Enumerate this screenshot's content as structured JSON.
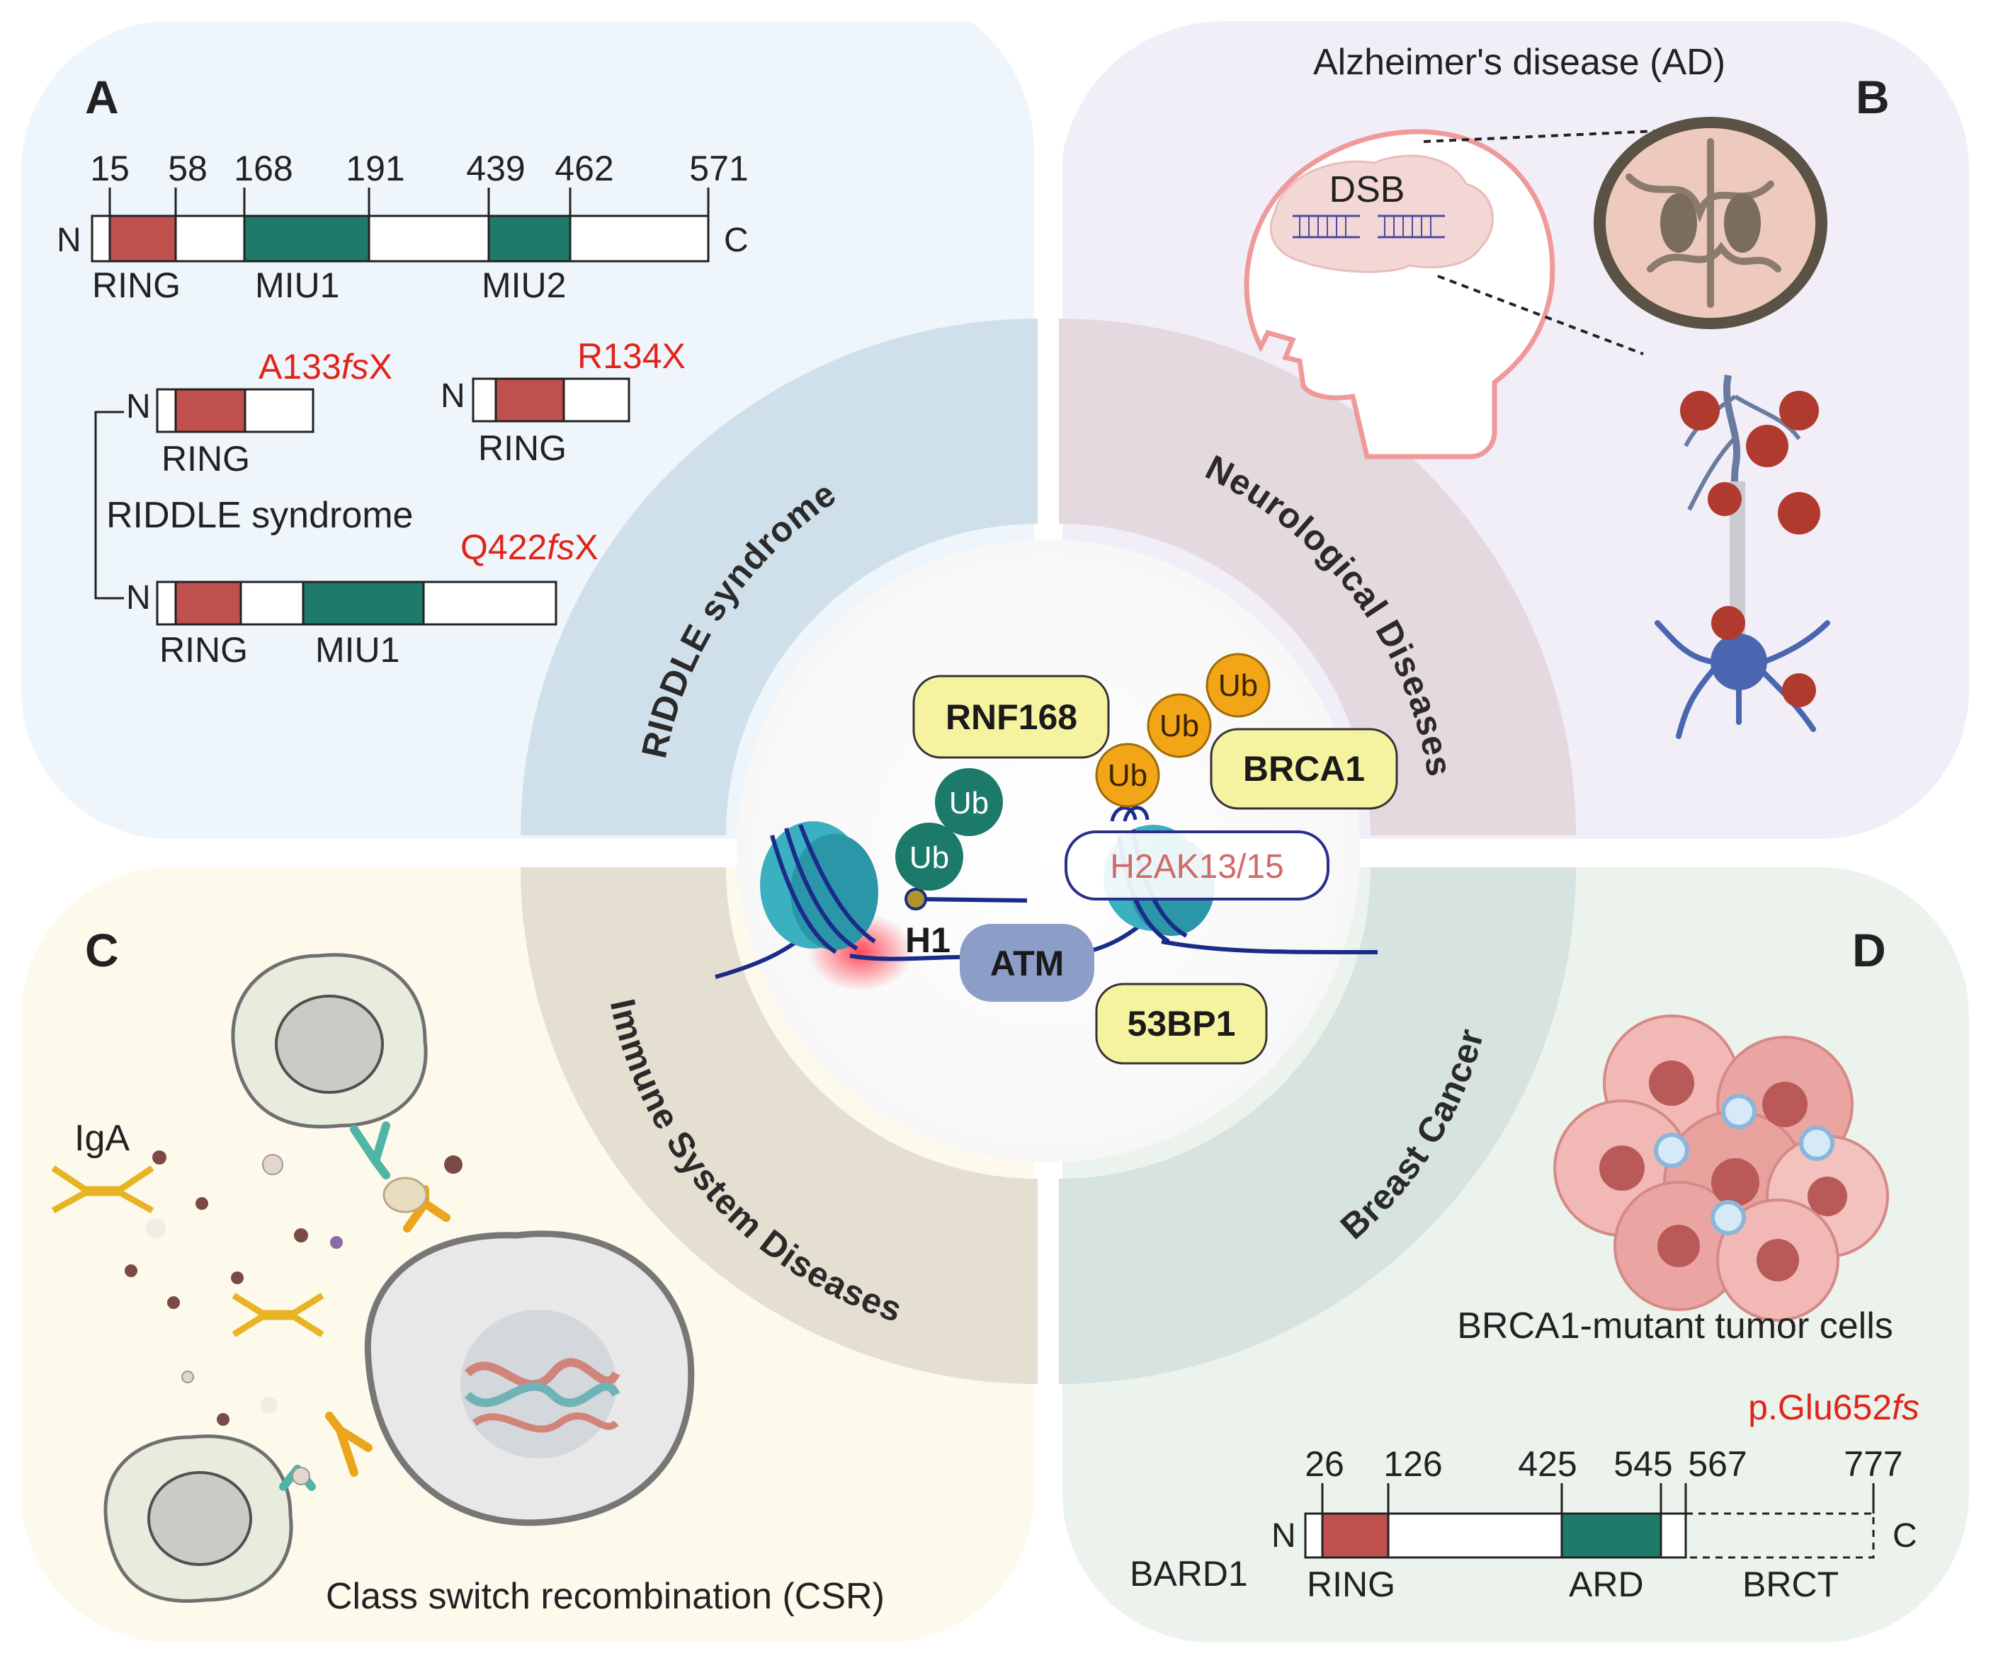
{
  "panels": {
    "A": {
      "label": "A",
      "full": {
        "n": "N",
        "c": "C",
        "positions": [
          "15",
          "58",
          "168",
          "191",
          "439",
          "462",
          "571"
        ],
        "domains": [
          "RING",
          "MIU1",
          "MIU2"
        ]
      },
      "mut1": {
        "n": "N",
        "domain": "RING",
        "pre": "A133",
        "ital": "fs",
        "post": "X"
      },
      "mut2": {
        "n": "N",
        "domain": "RING",
        "label": "R134X"
      },
      "mut3": {
        "n": "N",
        "domains": [
          "RING",
          "MIU1"
        ],
        "pre": "Q422",
        "ital": "fs",
        "post": "X"
      },
      "syndrome": "RIDDLE syndrome"
    },
    "B": {
      "label": "B",
      "title": "Alzheimer's disease (AD)",
      "dsb": "DSB"
    },
    "C": {
      "label": "C",
      "iga": "IgA",
      "caption": "Class switch recombination (CSR)"
    },
    "D": {
      "label": "D",
      "caption": "BRCA1-mutant tumor cells",
      "mutation_pre": "p.Glu652",
      "mutation_ital": "fs",
      "protein": "BARD1",
      "n": "N",
      "c": "C",
      "positions": [
        "26",
        "126",
        "425",
        "545",
        "567",
        "777"
      ],
      "domains": [
        "RING",
        "ARD",
        "BRCT"
      ]
    }
  },
  "ring_labels": {
    "top_left": "RIDDLE syndrome",
    "top_right": "Neurological Diseases",
    "bottom_left": "Immune System Diseases",
    "bottom_right": "Breast Cancer"
  },
  "center": {
    "rnf168": "RNF168",
    "brca1": "BRCA1",
    "bp53": "53BP1",
    "atm": "ATM",
    "h1": "H1",
    "h2ak": "H2AK13/15",
    "ub": "Ub"
  },
  "colors": {
    "ring_domain": "#c0504d",
    "miu_domain": "#1f7a6b",
    "mutation_text": "#e2231a",
    "pill": "#f6f3a0",
    "ub_green": "#1b7a6a",
    "ub_orange": "#f2a516",
    "atm": "#8c9ec8",
    "dna": "#1a2b8a"
  }
}
